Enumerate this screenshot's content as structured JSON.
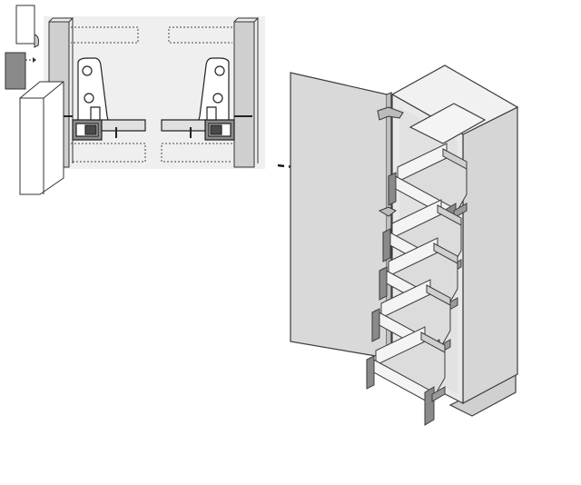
{
  "diagram": {
    "detail_view": {
      "panel_fill": "#efefef",
      "wall_fill": "#cfcfcf",
      "bracket_fill": "#ffffff",
      "runner_fill": "#8c8c8c"
    },
    "cabinet": {
      "side_fill": "#d6d6d6",
      "front_fill": "#e9e9e9",
      "top_fill": "#f1f1f1",
      "door_fill": "#d9d9d9",
      "drawer_front_fill": "#8a8a8a",
      "drawer_side_fill": "#f4f4f4",
      "drawer_bottom_fill": "#dcdcdc",
      "stroke": "#3c3c3c"
    },
    "hinge_connector": {
      "style": "dashed",
      "color": "#1a1a1a"
    },
    "drawers": [
      {
        "index": 1
      },
      {
        "index": 2
      },
      {
        "index": 3
      },
      {
        "index": 4
      },
      {
        "index": 5
      }
    ]
  }
}
